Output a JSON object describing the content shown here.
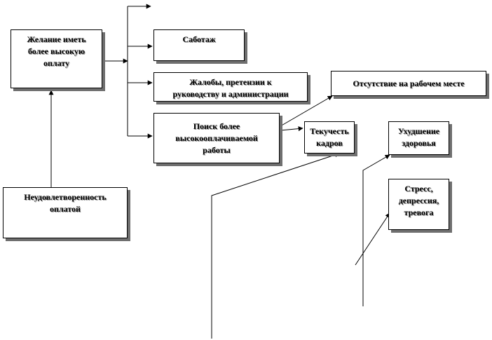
{
  "diagram": {
    "nodes": {
      "desire_higher_pay": "Желание иметь\nболее высокую\nоплату",
      "pay_dissatisfaction": "Неудовлетворенность\nоплатой",
      "sabotage": "Саботаж",
      "complaints": "Жалобы, претензии к\nруководству и администрации",
      "job_search": "Поиск более\nвысокооплачиваемой\nработы",
      "absence": "Отсутствие на рабочем месте",
      "turnover": "Текучесть\nкадров",
      "health": "Ухудшение\nздоровья",
      "stress": "Стресс,\nдепрессия,\nтревога"
    }
  }
}
